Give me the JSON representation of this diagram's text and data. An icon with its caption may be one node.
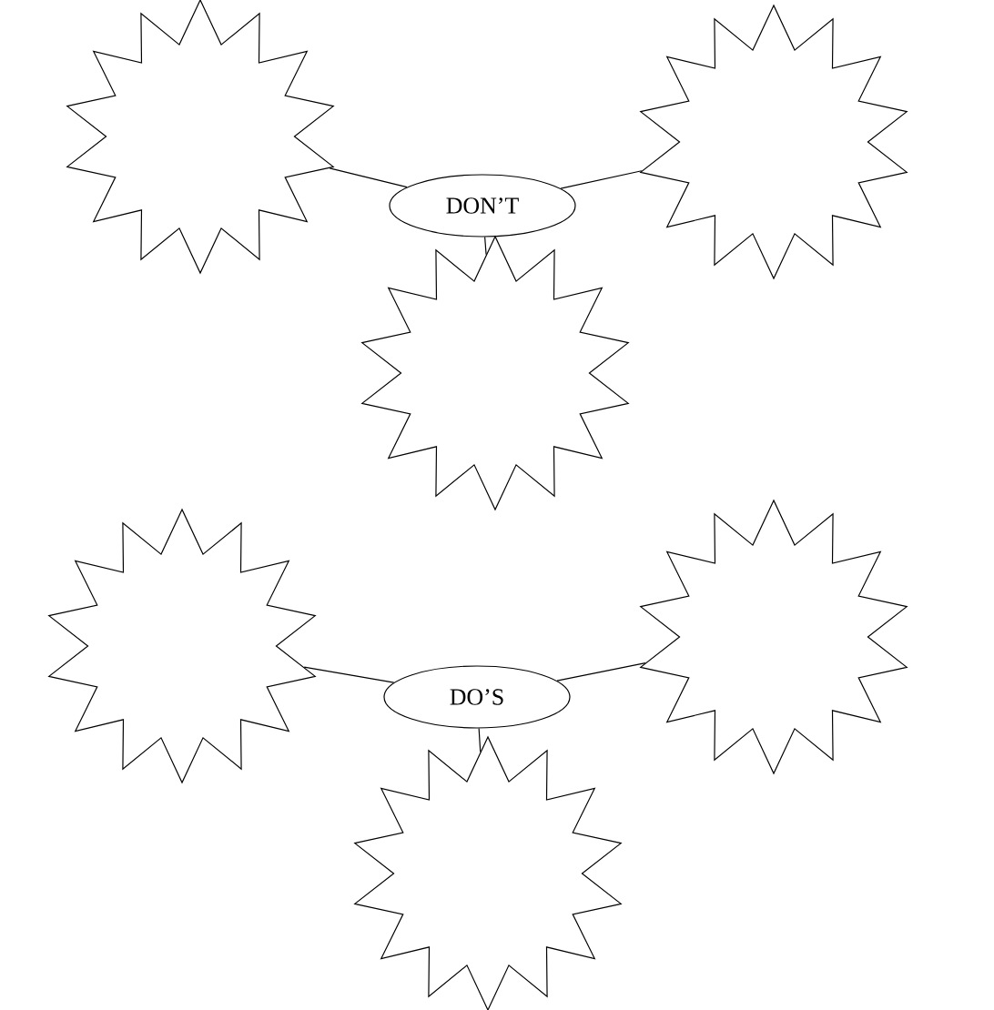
{
  "diagram": {
    "nodes": [
      {
        "text": [],
        "shape": "star"
      },
      {
        "text": [
          "DON’T"
        ]
      },
      {
        "text": [],
        "shape": "star"
      },
      {
        "text": [],
        "shape": "star"
      },
      {
        "text": [],
        "shape": "star"
      },
      {
        "text": [
          "DO’S"
        ]
      },
      {
        "text": [],
        "shape": "star"
      },
      {
        "text": [],
        "shape": "star"
      }
    ],
    "edges": [
      {
        "from": 1,
        "to": 0,
        "arrow": "none"
      },
      {
        "from": 1,
        "to": 2,
        "arrow": "none"
      },
      {
        "from": 1,
        "to": 3,
        "arrow": "none"
      },
      {
        "from": 5,
        "to": 4,
        "arrow": "none"
      },
      {
        "from": 5,
        "to": 6,
        "arrow": "none"
      },
      {
        "from": 5,
        "to": 7,
        "arrow": "none"
      }
    ]
  }
}
